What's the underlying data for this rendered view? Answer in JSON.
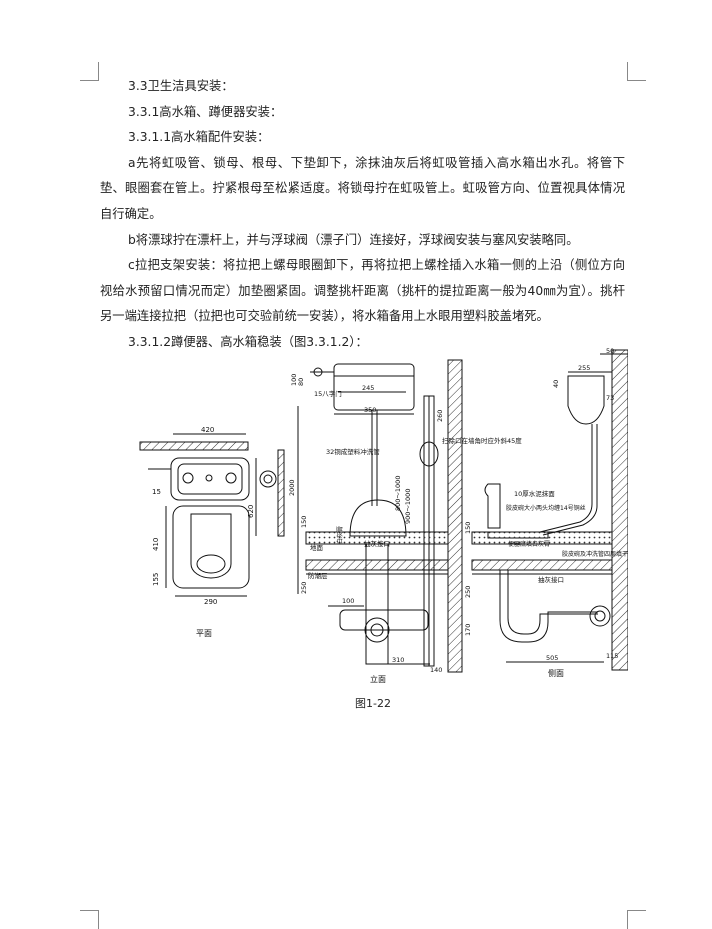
{
  "headings": {
    "h1": "3.3卫生洁具安装：",
    "h2": "3.3.1高水箱、蹲便器安装：",
    "h3": "3.3.1.1高水箱配件安装："
  },
  "paragraphs": {
    "a": "a先将虹吸管、锁母、根母、下垫卸下，涂抹油灰后将虹吸管插入高水箱出水孔。将管下垫、眼圈套在管上。拧紧根母至松紧适度。将锁母拧在虹吸管上。虹吸管方向、位置视具体情况自行确定。",
    "b": "b将漂球拧在漂杆上，并与浮球阀（漂子门）连接好，浮球阀安装与塞风安装略同。",
    "c": "c拉把支架安装：将拉把上螺母眼圈卸下，再将拉把上螺栓插入水箱一侧的上沿（侧位方向视给水预留口情况而定）加垫圈紧固。调整挑杆距离（挑杆的提拉距离一般为40㎜为宜）。挑杆另一端连接拉把（拉把也可交验前统一安装），将水箱备用上水眼用塑料胶盖堵死。"
  },
  "heading_fig": "3.3.1.2蹲便器、高水箱稳装（图3.3.1.2）：",
  "figure": {
    "caption": "图1-22",
    "plan": {
      "title": "平面",
      "dims": {
        "d420": "420",
        "d15": "15",
        "d620": "620",
        "d410": "410",
        "d155": "155",
        "d290": "290"
      }
    },
    "elevation": {
      "title": "立面",
      "labels": {
        "valve": "15八字门",
        "pipe": "32铜成塑料冲洗管",
        "cleanout": "扫除口在墙角时应外斜45度",
        "floor": "地面",
        "lime": "白灰膏",
        "connector": "抽灰接口",
        "waterproof": "防潮层"
      },
      "dims": {
        "d100a": "100",
        "d80": "80",
        "d245": "245",
        "d350": "350",
        "d260": "260",
        "d2000": "2000",
        "d8001000": "800～1000",
        "d900_1000": "900～1000",
        "d150": "150",
        "d250": "250",
        "d100b": "100",
        "d310": "310",
        "d140": "140"
      }
    },
    "side": {
      "title": "侧面",
      "labels": {
        "plaster": "10厚水泥抹面",
        "bowl": "胶皮碗大小两头均缠14号铜丝",
        "fill": "便器底填白灰膏",
        "sealing": "胶皮碗及冲洗管四周填干砂",
        "connector": "抽灰接口"
      },
      "dims": {
        "d50": "50",
        "d255": "255",
        "d40": "40",
        "d73": "73",
        "d150": "150",
        "d250": "250",
        "d170": "170",
        "d505": "505",
        "d115": "115"
      }
    }
  }
}
